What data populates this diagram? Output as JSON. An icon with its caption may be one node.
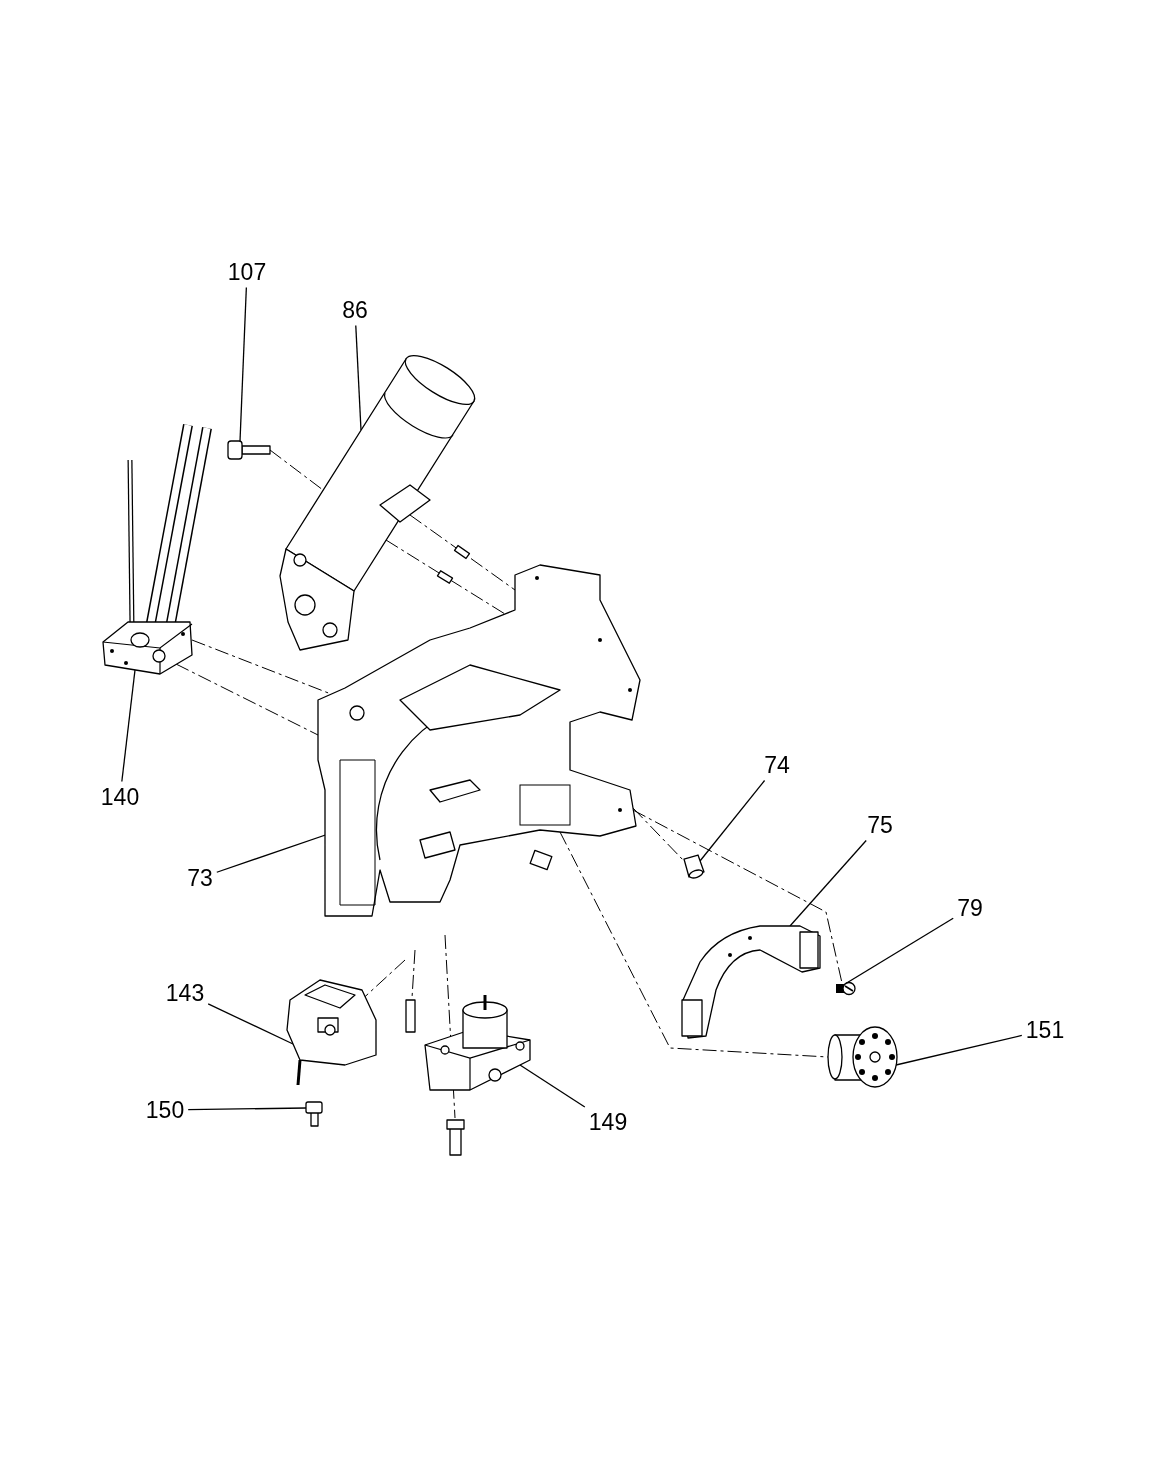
{
  "diagram": {
    "nodes": [
      {
        "text": [
          "107"
        ]
      },
      {
        "text": [
          "86"
        ]
      },
      {
        "text": [
          "140"
        ]
      },
      {
        "text": [
          "74"
        ]
      },
      {
        "text": [
          "75"
        ]
      },
      {
        "text": [
          "73"
        ]
      },
      {
        "text": [
          "79"
        ]
      },
      {
        "text": [
          "143"
        ]
      },
      {
        "text": [
          "151"
        ]
      },
      {
        "text": [
          "150"
        ]
      },
      {
        "text": [
          "149"
        ]
      },
      {
        "text": [],
        "shape": "picture"
      },
      {
        "text": [],
        "shape": "picture"
      },
      {
        "text": [],
        "shape": "picture"
      },
      {
        "text": [],
        "shape": "picture"
      },
      {
        "text": [],
        "shape": "picture"
      },
      {
        "text": [],
        "shape": "picture"
      },
      {
        "text": [],
        "shape": "picture"
      },
      {
        "text": [],
        "shape": "picture"
      },
      {
        "text": [],
        "shape": "picture"
      },
      {
        "text": [],
        "shape": "picture"
      },
      {
        "text": [],
        "shape": "picture"
      }
    ],
    "edges": [
      {
        "from": 0,
        "to": 12,
        "arrow": "none"
      },
      {
        "from": 1,
        "to": 14,
        "arrow": "none"
      },
      {
        "from": 2,
        "to": 11,
        "arrow": "none"
      },
      {
        "from": 3,
        "to": 19,
        "arrow": "none"
      },
      {
        "from": 4,
        "to": 18,
        "arrow": "none"
      },
      {
        "from": 5,
        "to": 16,
        "arrow": "none"
      },
      {
        "from": 6,
        "to": 21,
        "arrow": "none"
      },
      {
        "from": 7,
        "to": 13,
        "arrow": "none"
      },
      {
        "from": 8,
        "to": 20,
        "arrow": "none"
      },
      {
        "from": 9,
        "to": 15,
        "arrow": "none"
      },
      {
        "from": 10,
        "to": 17,
        "arrow": "none"
      },
      {
        "from": 12,
        "to": 14,
        "arrow": "none",
        "style": "dashed"
      },
      {
        "from": 11,
        "to": 16,
        "arrow": "none",
        "style": "dashed"
      },
      {
        "from": 11,
        "to": 16,
        "arrow": "none",
        "style": "dashed"
      },
      {
        "from": 14,
        "to": 16,
        "arrow": "none",
        "style": "dashed"
      },
      {
        "from": 14,
        "to": 16,
        "arrow": "none",
        "style": "dashed"
      },
      {
        "from": 16,
        "to": 19,
        "arrow": "none",
        "style": "dashed"
      },
      {
        "from": 16,
        "to": 21,
        "arrow": "none",
        "style": "dashed"
      },
      {
        "from": 16,
        "to": 20,
        "arrow": "none",
        "style": "dashed"
      }
    ]
  }
}
